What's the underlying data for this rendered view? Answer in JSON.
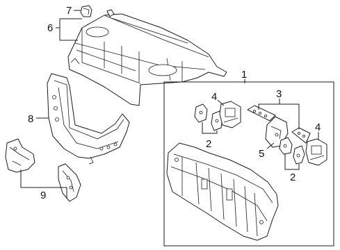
{
  "callouts": {
    "c1": "1",
    "c2a": "2",
    "c2b": "2",
    "c3": "3",
    "c4a": "4",
    "c4b": "4",
    "c5": "5",
    "c6": "6",
    "c7": "7",
    "c8": "8",
    "c9": "9"
  },
  "colors": {
    "line": "#1a1a1a",
    "background": "#ffffff"
  }
}
